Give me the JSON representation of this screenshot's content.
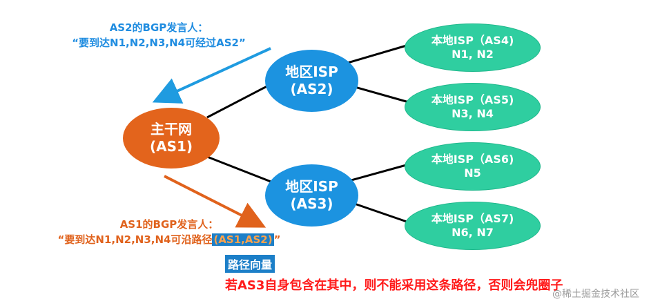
{
  "colors": {
    "backbone": "#e3641c",
    "regional": "#1c93e0",
    "local": "#2fcea0",
    "blue_text": "#1f8ce0",
    "orange_text": "#e0621c",
    "warning": "#ff1a1a"
  },
  "nodes": {
    "backbone": {
      "line1": "主干网",
      "line2": "(AS1)"
    },
    "as2": {
      "line1": "地区ISP",
      "line2": "(AS2)"
    },
    "as3": {
      "line1": "地区ISP",
      "line2": "(AS3)"
    },
    "as4": {
      "line1": "本地ISP（AS4)",
      "line2": "N1, N2"
    },
    "as5": {
      "line1": "本地ISP（AS5)",
      "line2": "N3, N4"
    },
    "as6": {
      "line1": "本地ISP（AS6)",
      "line2": "N5"
    },
    "as7": {
      "line1": "本地ISP（AS7)",
      "line2": "N6, N7"
    }
  },
  "notes": {
    "as2_speaker": {
      "line1": "AS2的BGP发言人：",
      "line2": "“要到达N1,N2,N3,N4可经过AS2”"
    },
    "as1_speaker": {
      "line1": "AS1的BGP发言人：",
      "line2_prefix": "“要到达N1,N2,N3,N4可沿路径",
      "line2_path": "(AS1,AS2)",
      "line2_suffix": "”"
    }
  },
  "labels": {
    "path_vector": "路径向量",
    "warning": "若AS3自身包含在其中，则不能采用这条路径，否则会兜圈子",
    "watermark": "@稀土掘金技术社区"
  }
}
